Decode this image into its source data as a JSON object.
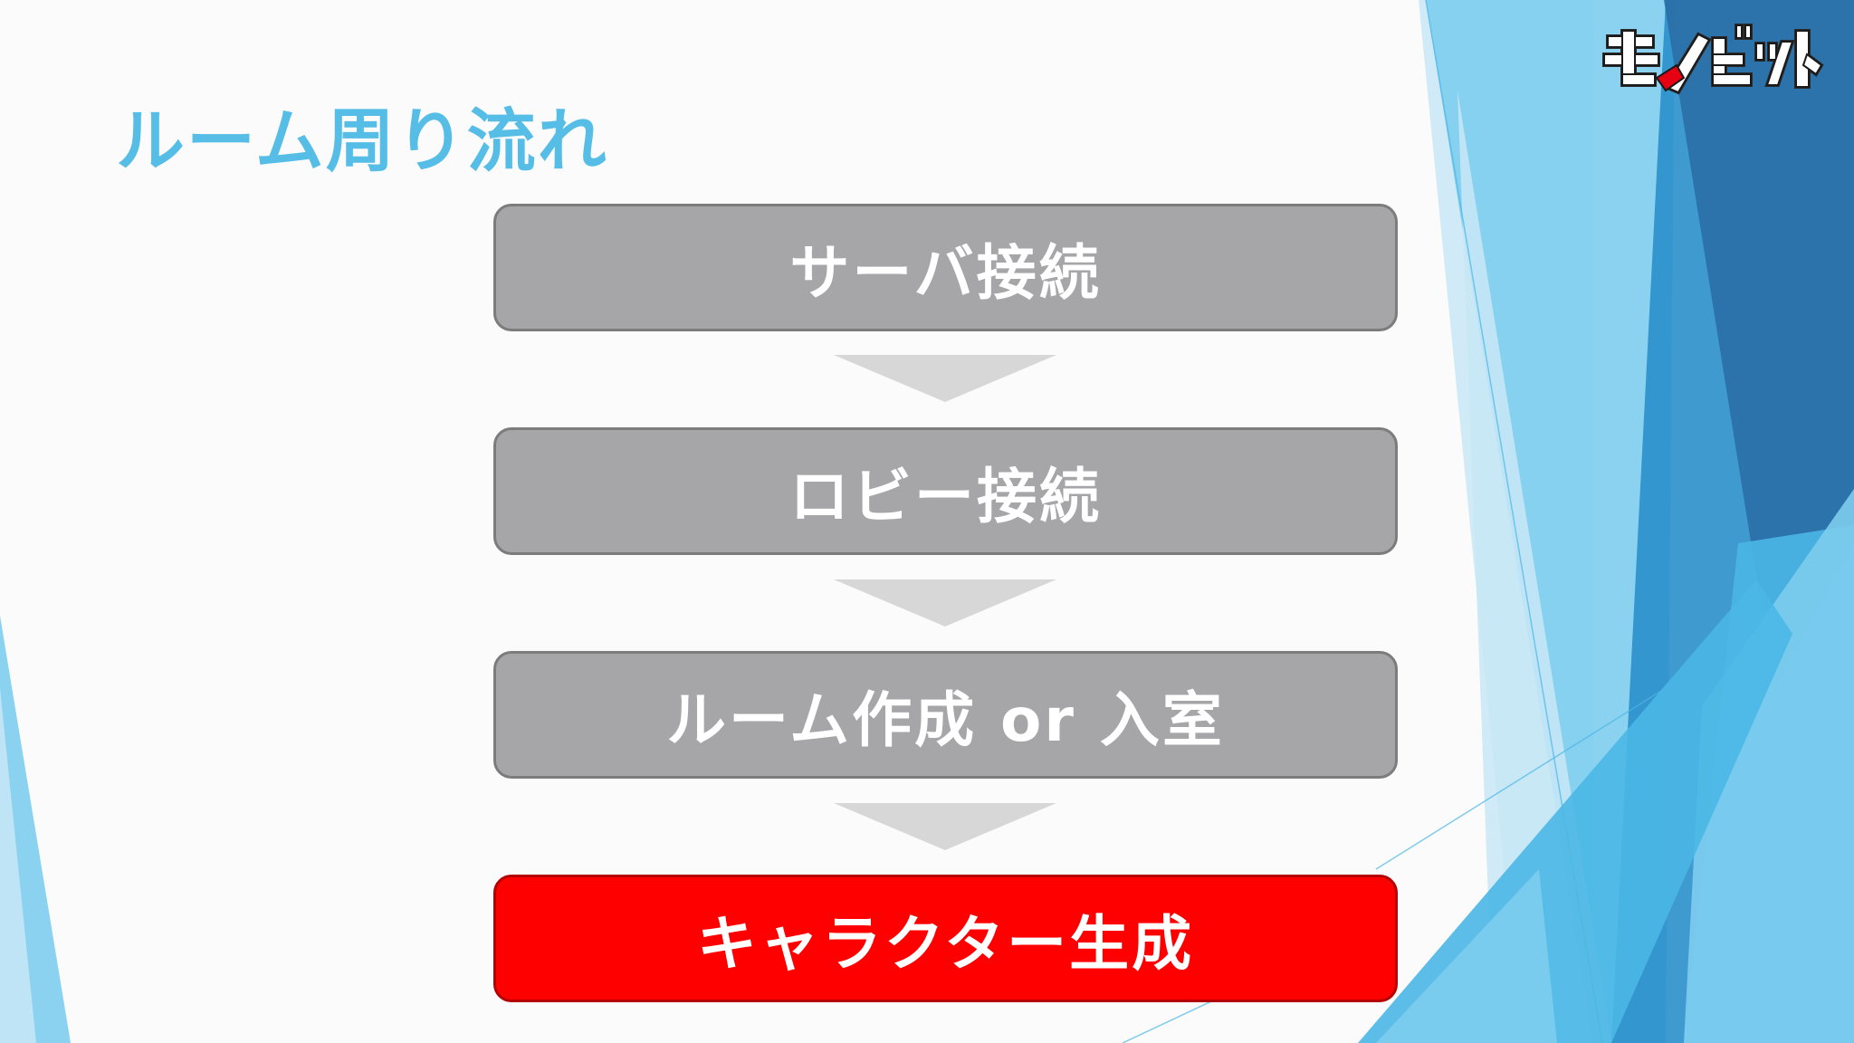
{
  "slide": {
    "title": "ルーム周り流れ",
    "title_color": "#55bde6",
    "background_color": "#fbfbfb"
  },
  "flow": {
    "steps": [
      {
        "label": "サーバ接続",
        "fill": "#a6a5a8",
        "highlighted": false
      },
      {
        "label": "ロビー接続",
        "fill": "#a6a5a8",
        "highlighted": false
      },
      {
        "label": "ルーム作成 or 入室",
        "fill": "#a6a5a8",
        "highlighted": false
      },
      {
        "label": "キャラクター生成",
        "fill": "#ff0000",
        "highlighted": true
      }
    ],
    "arrow_color": "#d7d7d7"
  },
  "logo": {
    "text": "モノビット",
    "icon": "monobit-logo"
  },
  "decor": {
    "colors": {
      "light": "#c8e8f6",
      "sky": "#7dcdee",
      "mid": "#4ab7e6",
      "deep": "#2a8fcb",
      "navy": "#2a6ea6"
    }
  }
}
